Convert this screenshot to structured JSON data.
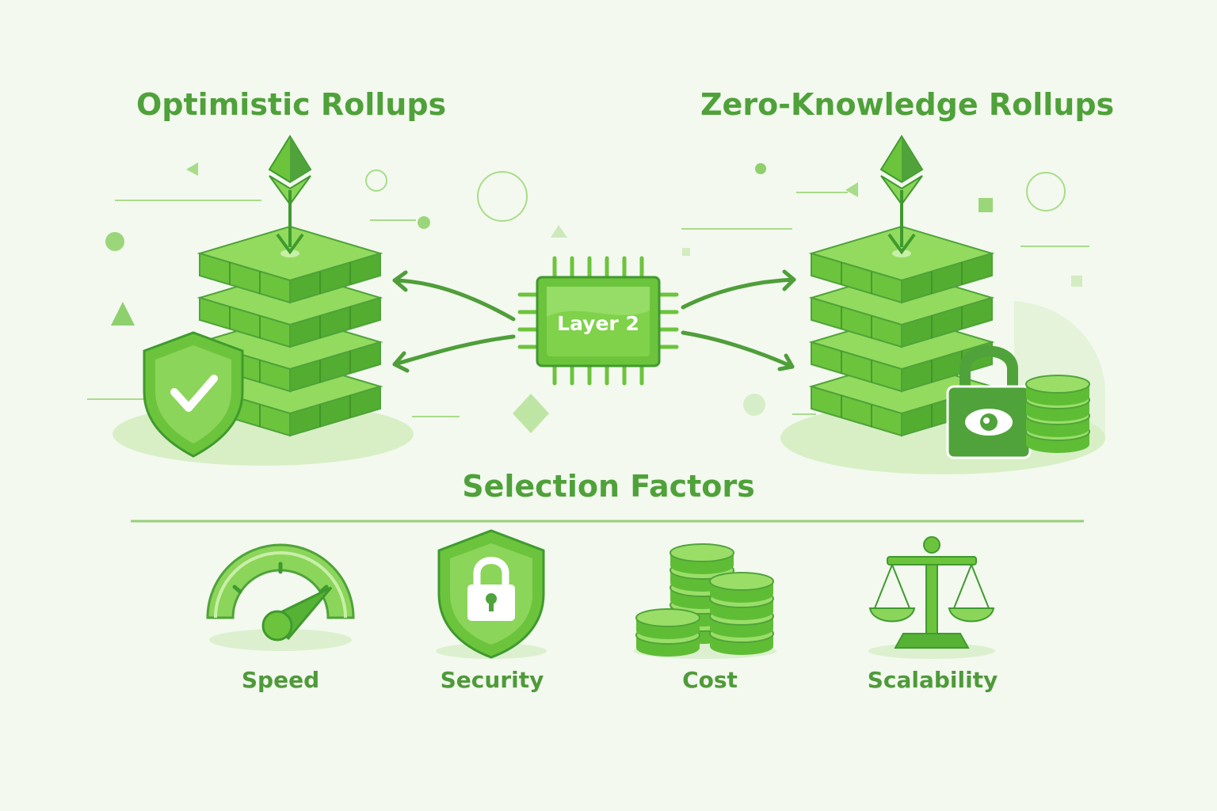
{
  "diagram": {
    "left_title": "Optimistic Rollups",
    "right_title": "Zero-Knowledge Rollups",
    "center_label": "Layer 2",
    "section_title": "Selection Factors",
    "factors": [
      {
        "label": "Speed",
        "icon": "speedometer-icon"
      },
      {
        "label": "Security",
        "icon": "shield-lock-icon"
      },
      {
        "label": "Cost",
        "icon": "coin-stack-icon"
      },
      {
        "label": "Scalability",
        "icon": "balance-scale-icon"
      }
    ]
  },
  "colors": {
    "background": "#f3f9ef",
    "primary_green": "#6ccb3a",
    "dark_green": "#3f9a2e",
    "text_green": "#4fa13a",
    "light_green": "#cfeab9"
  }
}
